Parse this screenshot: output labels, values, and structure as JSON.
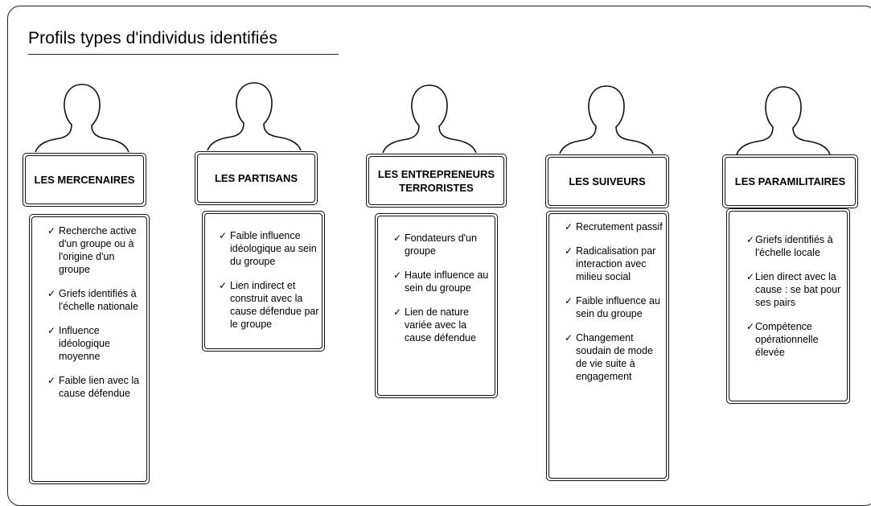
{
  "title": "Profils types d'individus identifiés",
  "profiles": [
    {
      "name": "LES MERCENAIRES",
      "items": [
        "Recherche active d'un groupe ou à l'origine d'un groupe",
        "Griefs identifiés à l'échelle nationale",
        "Influence idéologique moyenne",
        "Faible lien avec la cause défendue"
      ]
    },
    {
      "name": "LES PARTISANS",
      "items": [
        "Faible influence idéologique au sein du groupe",
        "Lien indirect et construit avec la cause défendue par le groupe"
      ]
    },
    {
      "name": "LES ENTREPRENEURS TERRORISTES",
      "items": [
        "Fondateurs d'un groupe",
        "Haute influence au sein du groupe",
        "Lien de nature variée avec la cause défendue"
      ]
    },
    {
      "name": "LES SUIVEURS",
      "items": [
        "Recrutement passif",
        "Radicalisation par interaction avec milieu social",
        "Faible influence au sein du groupe",
        "Changement soudain de mode de vie suite à engagement"
      ]
    },
    {
      "name": "LES PARAMILITAIRES",
      "items": [
        "Griefs identifiés à l'échelle locale",
        "Lien direct avec la cause : se bat pour ses pairs",
        "Compétence opérationnelle élevée"
      ]
    }
  ]
}
